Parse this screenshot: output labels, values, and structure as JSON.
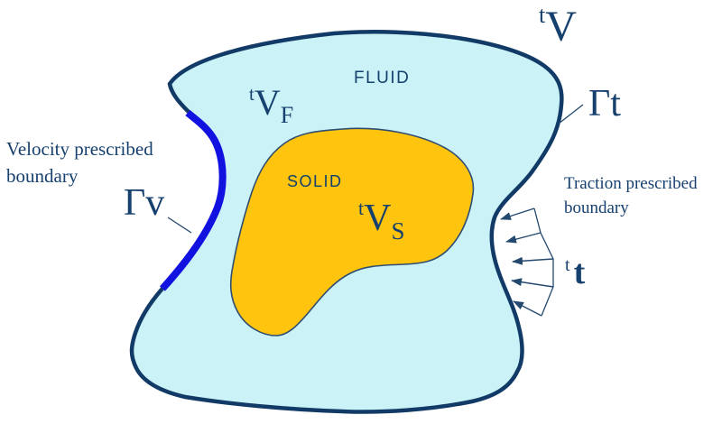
{
  "labels": {
    "domain_volume": {
      "sup": "t",
      "main": "V"
    },
    "fluid_name": "FLUID",
    "fluid_volume": {
      "sup": "t",
      "main": "V",
      "sub": "F"
    },
    "solid_name": "SOLID",
    "solid_volume": {
      "sup": "t",
      "main": "V",
      "sub": "S"
    },
    "traction_boundary_symbol": "Γt",
    "velocity_boundary_symbol": "Γv",
    "traction_vector": {
      "sup": "t",
      "main": "t"
    },
    "velocity_caption": {
      "line1": "Velocity prescribed",
      "line2": "boundary"
    },
    "traction_caption": {
      "line1": "Traction prescribed",
      "line2": "boundary"
    }
  },
  "colors": {
    "fluid_fill": "#CBF2F7",
    "solid_fill": "#FFC40D",
    "outline_navy": "#123A66",
    "text_navy": "#16406E",
    "velocity_boundary_blue": "#1212E0",
    "annotation_line": "#24496F"
  }
}
